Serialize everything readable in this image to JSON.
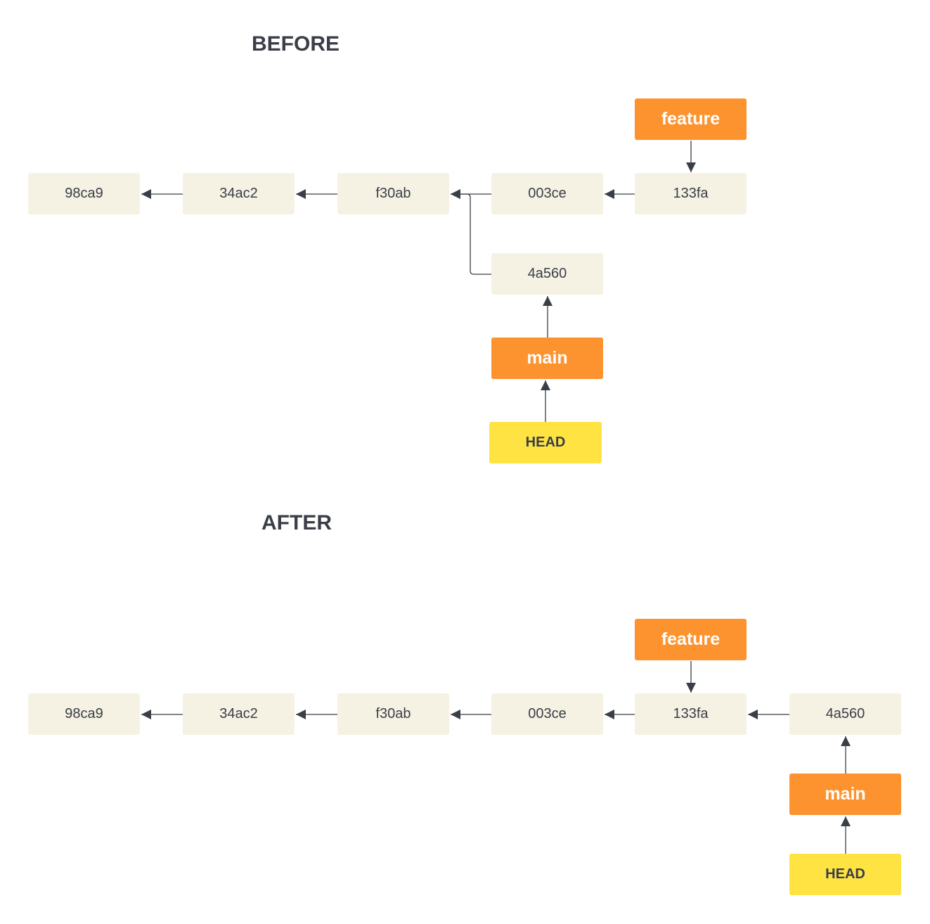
{
  "before": {
    "title": "BEFORE",
    "commits": [
      "98ca9",
      "34ac2",
      "f30ab",
      "003ce",
      "133fa",
      "4a560"
    ],
    "branches": {
      "feature": "feature",
      "main": "main"
    },
    "head": "HEAD"
  },
  "after": {
    "title": "AFTER",
    "commits": [
      "98ca9",
      "34ac2",
      "f30ab",
      "003ce",
      "133fa",
      "4a560"
    ],
    "branches": {
      "feature": "feature",
      "main": "main"
    },
    "head": "HEAD"
  },
  "colors": {
    "commit_fill": "#f5f2e3",
    "branch_fill": "#fd932f",
    "head_fill": "#ffe343",
    "text_dark": "#3a3e47",
    "arrow": "#3a3e47"
  }
}
